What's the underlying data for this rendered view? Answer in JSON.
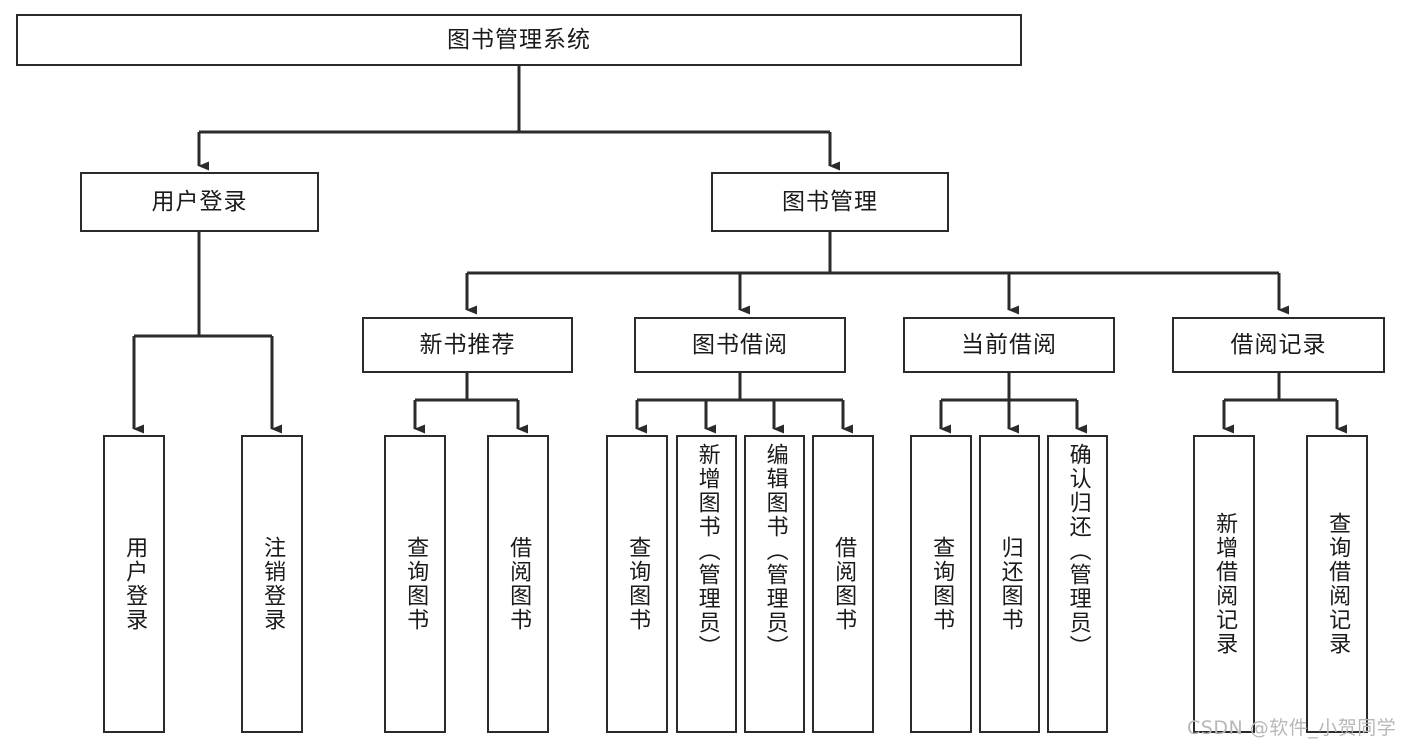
{
  "diagram": {
    "type": "tree-hierarchy",
    "title": "图书管理系统",
    "root": {
      "id": "root",
      "label": "图书管理系统",
      "level": 0
    },
    "level1": [
      {
        "id": "user-login",
        "label": "用户登录"
      },
      {
        "id": "book-management",
        "label": "图书管理"
      }
    ],
    "level2": [
      {
        "id": "new-book-recommend",
        "label": "新书推荐",
        "parent": "book-management"
      },
      {
        "id": "book-borrow",
        "label": "图书借阅",
        "parent": "book-management"
      },
      {
        "id": "current-borrow",
        "label": "当前借阅",
        "parent": "book-management"
      },
      {
        "id": "borrow-record",
        "label": "借阅记录",
        "parent": "book-management"
      }
    ],
    "leaves": [
      {
        "id": "leaf-user-login",
        "label": "用户登录",
        "parent": "user-login"
      },
      {
        "id": "leaf-logout",
        "label": "注销登录",
        "parent": "user-login"
      },
      {
        "id": "leaf-query-book-1",
        "label": "查询图书",
        "parent": "new-book-recommend"
      },
      {
        "id": "leaf-borrow-book-1",
        "label": "借阅图书",
        "parent": "new-book-recommend"
      },
      {
        "id": "leaf-query-book-2",
        "label": "查询图书",
        "parent": "book-borrow"
      },
      {
        "id": "leaf-add-book",
        "label": "新增图书（管理员）",
        "parent": "book-borrow"
      },
      {
        "id": "leaf-edit-book",
        "label": "编辑图书（管理员）",
        "parent": "book-borrow"
      },
      {
        "id": "leaf-borrow-book-2",
        "label": "借阅图书",
        "parent": "book-borrow"
      },
      {
        "id": "leaf-query-book-3",
        "label": "查询图书",
        "parent": "current-borrow"
      },
      {
        "id": "leaf-return-book",
        "label": "归还图书",
        "parent": "current-borrow"
      },
      {
        "id": "leaf-confirm-return",
        "label": "确认归还（管理员）",
        "parent": "current-borrow"
      },
      {
        "id": "leaf-add-record",
        "label": "新增借阅记录",
        "parent": "borrow-record"
      },
      {
        "id": "leaf-query-record",
        "label": "查询借阅记录",
        "parent": "borrow-record"
      }
    ]
  },
  "watermark": {
    "text": "CSDN @软件_小贺同学"
  },
  "colors": {
    "stroke": "#2b2b2b",
    "background": "#ffffff",
    "text": "#1a1a1a",
    "watermark": "#b8b8b8"
  }
}
